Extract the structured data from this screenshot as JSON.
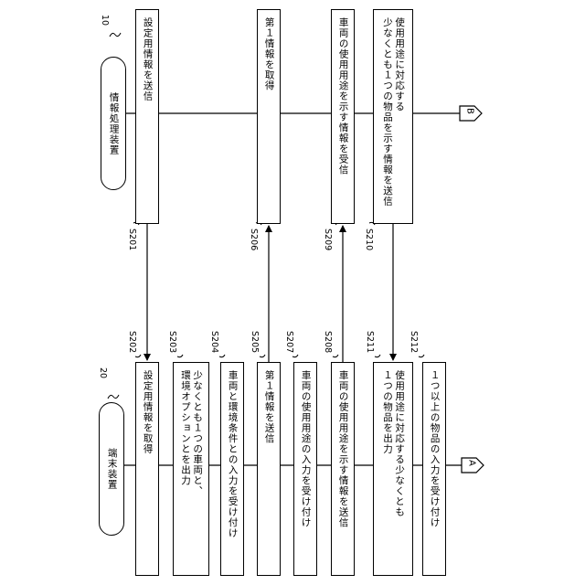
{
  "actors": {
    "server": {
      "label": "情報処理装置",
      "ref": "10"
    },
    "terminal": {
      "label": "端末装置",
      "ref": "20"
    }
  },
  "server_steps": [
    {
      "id": "S201",
      "text": "設定用情報を送信"
    },
    {
      "id": "S206",
      "text": "第１情報を取得"
    },
    {
      "id": "S209",
      "text": "車両の使用用途を示す情報を受信"
    },
    {
      "id": "S210",
      "text": "使用用途に対応する\n少なくとも１つの物品を示す情報を送信"
    }
  ],
  "terminal_steps": [
    {
      "id": "S202",
      "text": "設定用情報を取得"
    },
    {
      "id": "S203",
      "text": "少なくとも１つの車両と、\n環境オプションとを出力"
    },
    {
      "id": "S204",
      "text": "車両と環境条件との入力を受け付け"
    },
    {
      "id": "S205",
      "text": "第１情報を送信"
    },
    {
      "id": "S207",
      "text": "車両の使用用途の入力を受け付け"
    },
    {
      "id": "S208",
      "text": "車両の使用用途を示す情報を送信"
    },
    {
      "id": "S211",
      "text": "使用用途に対応する少なくとも\n１つの物品を出力"
    },
    {
      "id": "S212",
      "text": "１つ以上の物品の入力を受け付け"
    }
  ],
  "connectors": {
    "server_end": "B",
    "terminal_end": "A"
  }
}
